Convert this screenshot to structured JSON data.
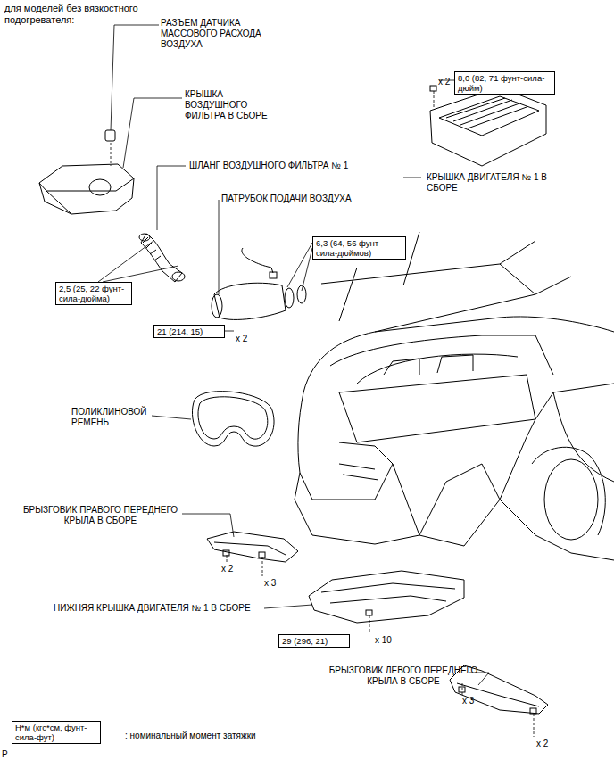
{
  "diagram": {
    "nodes": [
      {
        "text": [
          "8,0 (82, 71 фунт-сила-дюйм)"
        ]
      },
      {
        "text": [
          "6,3 (64, 56 фунт-сила-дюймов)"
        ]
      },
      {
        "text": [
          "2,5 (25, 22 фунт-сила-дюйма)"
        ]
      },
      {
        "text": [
          "21 (214, 15)"
        ]
      },
      {
        "text": [
          "29 (296, 21)"
        ]
      },
      {
        "text": [
          "Н*м (кгс*см, фунт-сила-фут)"
        ]
      }
    ],
    "labels": [
      "для моделей без вязкостного подогревателя:",
      "РАЗЪЕМ ДАТЧИКА МАССОВОГО РАСХОДА ВОЗДУХА",
      "x 2",
      "КРЫШКА ВОЗДУШНОГО ФИЛЬТРА В СБОРЕ",
      "ШЛАНГ ВОЗДУШНОГО ФИЛЬТРА № 1",
      "КРЫШКА ДВИГАТЕЛЯ № 1 В СБОРЕ",
      "ПАТРУБОК ПОДАЧИ ВОЗДУХА",
      "x 2",
      "ПОЛИКЛИНОВОЙ РЕМЕНЬ",
      "БРЫЗГОВИК ПРАВОГО ПЕРЕДНЕГО КРЫЛА В СБОРЕ",
      "x 2",
      "x 3",
      "НИЖНЯЯ КРЫШКА ДВИГАТЕЛЯ № 1 В СБОРЕ",
      "x 10",
      "БРЫЗГОВИК ЛЕВОГО ПЕРЕДНЕГО КРЫЛА В СБОРЕ",
      "x 3",
      "x 2",
      ": номинальный момент затяжки",
      "P"
    ]
  }
}
